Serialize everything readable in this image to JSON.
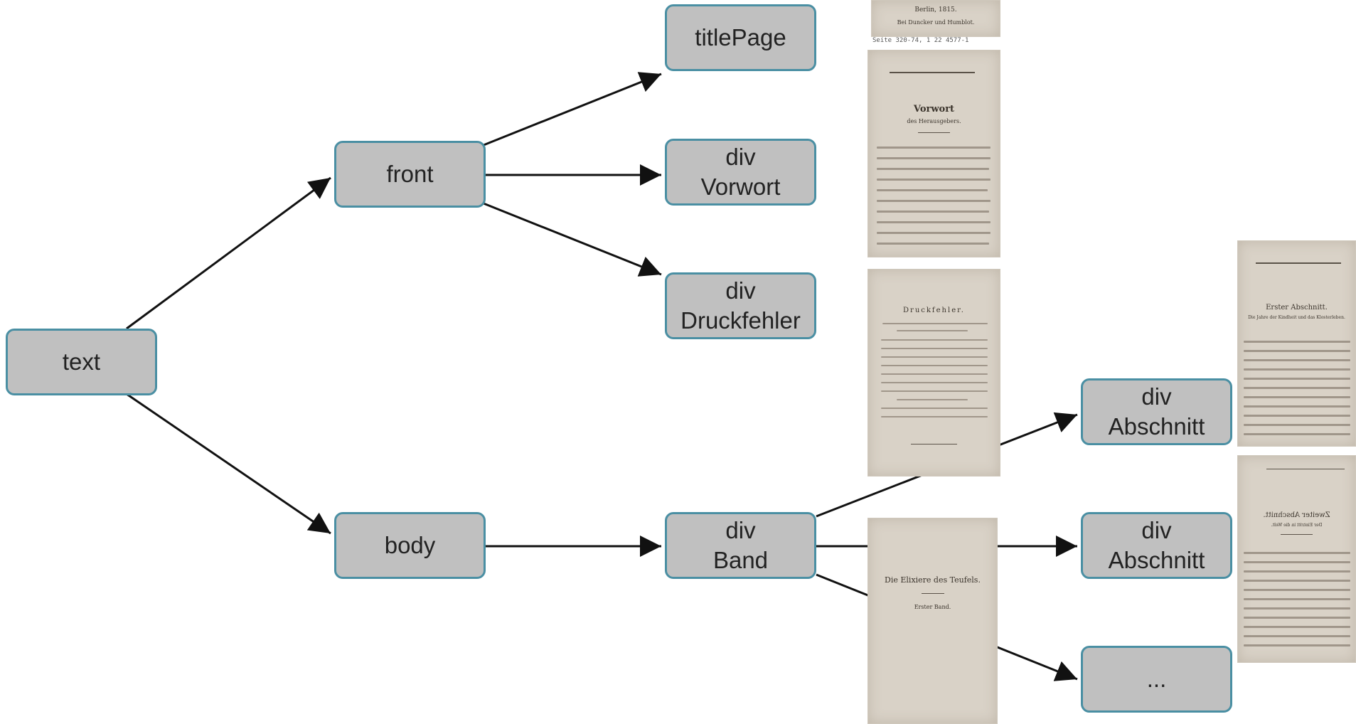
{
  "colors": {
    "node_fill": "#c0c0c0",
    "node_border": "#4a8fa3",
    "edge": "#111111",
    "page_paper": "#d9d2c7"
  },
  "nodes": {
    "text": "text",
    "front": "front",
    "body": "body",
    "titlepage": "titlePage",
    "div_vorwort": {
      "line1": "div",
      "line2": "Vorwort"
    },
    "div_druckfehler": {
      "line1": "div",
      "line2": "Druckfehler"
    },
    "div_band": {
      "line1": "div",
      "line2": "Band"
    },
    "div_abschnitt_1": {
      "line1": "div",
      "line2": "Abschnitt"
    },
    "div_abschnitt_2": {
      "line1": "div",
      "line2": "Abschnitt"
    },
    "ellipsis": "..."
  },
  "edges": [
    {
      "from": "text",
      "to": "front"
    },
    {
      "from": "text",
      "to": "body"
    },
    {
      "from": "front",
      "to": "titlePage"
    },
    {
      "from": "front",
      "to": "div Vorwort"
    },
    {
      "from": "front",
      "to": "div Druckfehler"
    },
    {
      "from": "body",
      "to": "div Band"
    },
    {
      "from": "div Band",
      "to": "div Abschnitt"
    },
    {
      "from": "div Band",
      "to": "div Abschnitt"
    },
    {
      "from": "div Band",
      "to": "..."
    }
  ],
  "scans": {
    "titlepage_top": {
      "line1": "Berlin, 1815.",
      "line2": "Bei Duncker und Humblot.",
      "caption": "Seite 320-74, 1 22 4577-1"
    },
    "vorwort": {
      "title": "Vorwort",
      "subtitle": "des Herausgebers."
    },
    "druckfehler": {
      "title": "Druckfehler."
    },
    "band": {
      "title": "Die Elixiere des Teufels.",
      "subtitle": "Erster Band."
    },
    "abschnitt_1": {
      "title": "Erster Abschnitt.",
      "subtitle": "Die Jahre der Kindheit und das Klosterleben."
    },
    "abschnitt_2": {
      "title": "Zweiter Abschnitt.",
      "subtitle": "Der Eintritt in die Welt."
    }
  }
}
